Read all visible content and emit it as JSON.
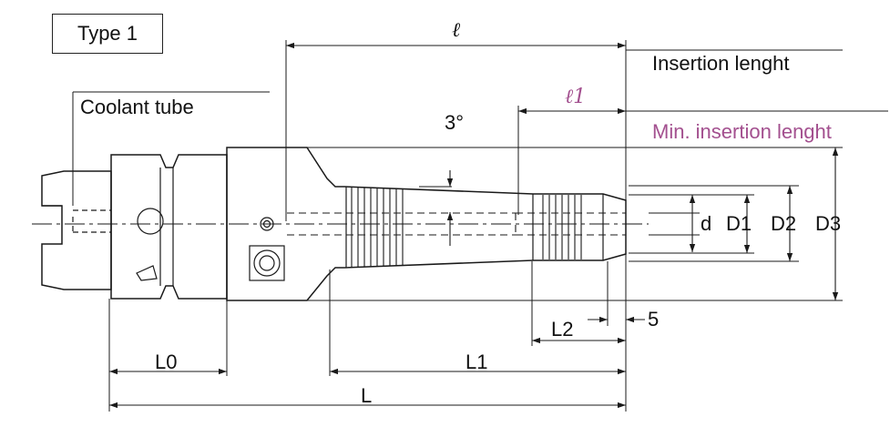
{
  "type_label": "Type 1",
  "coolant_tube_label": "Coolant tube",
  "insertion_length_label": "Insertion lenght",
  "min_insertion_length_label": "Min. insertion lenght",
  "dims": {
    "ell": "ℓ",
    "ell1": "ℓ1",
    "angle": "3°",
    "d": "d",
    "D1": "D1",
    "D2": "D2",
    "D3": "D3",
    "L0": "L0",
    "L1": "L1",
    "L2": "L2",
    "L": "L",
    "five": "5"
  },
  "colors": {
    "line": "#1a1a1a",
    "accent": "#a3508f"
  }
}
